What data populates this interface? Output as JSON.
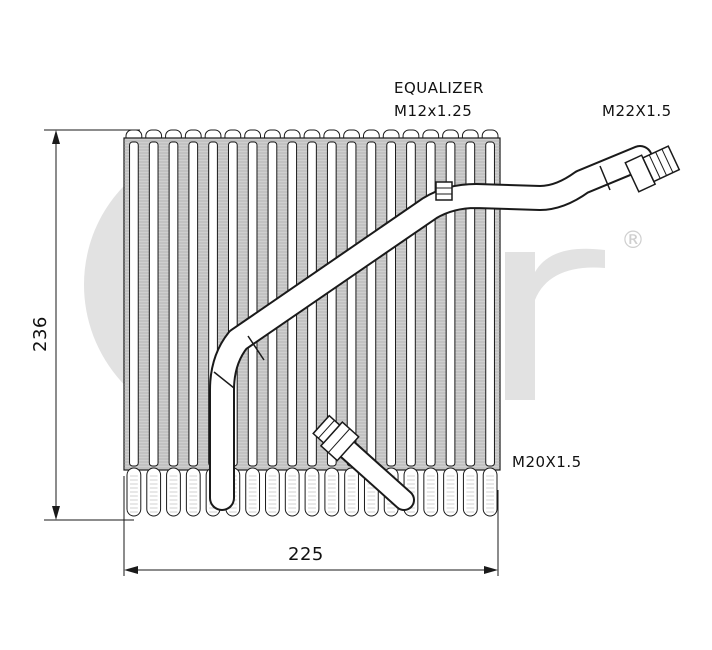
{
  "watermark": {
    "letters": "acr",
    "registered_mark": "®",
    "color": "#dcdcdc"
  },
  "callouts": {
    "equalizer_title": "EQUALIZER",
    "equalizer_thread": "M12x1.25",
    "outlet_thread": "M22X1.5",
    "inlet_thread": "M20X1.5"
  },
  "dimensions": {
    "height_value": "236",
    "width_value": "225"
  },
  "colors": {
    "line": "#1a1a1a",
    "fin_fill": "#cfcfcf",
    "tube_fill": "#ffffff"
  }
}
